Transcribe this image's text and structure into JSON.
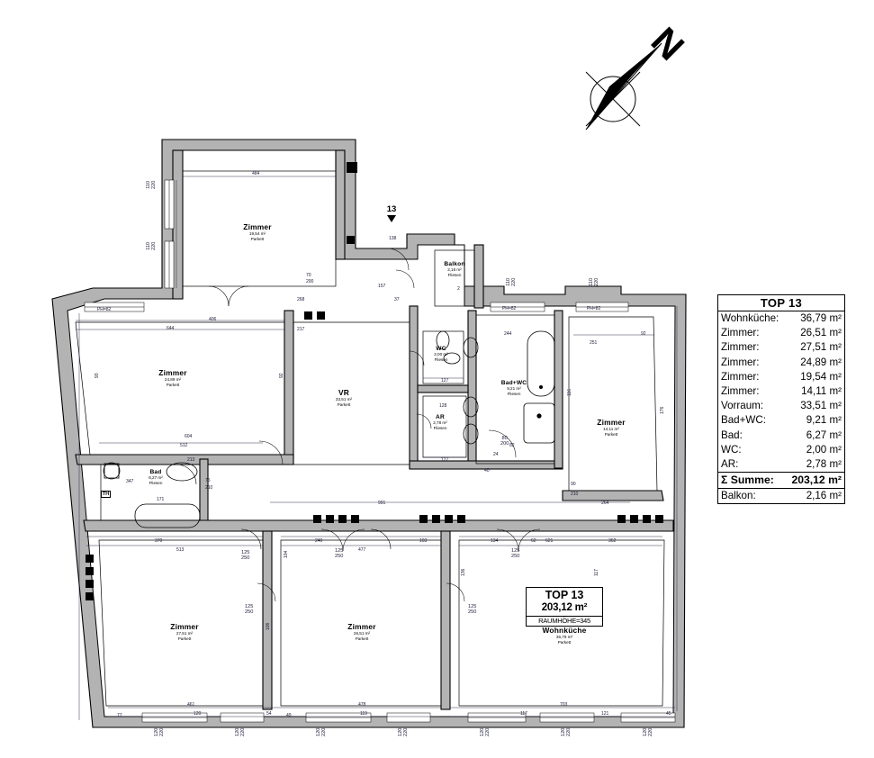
{
  "document": {
    "type": "architectural-floor-plan",
    "unit_id": "13",
    "compass": {
      "label": "N",
      "direction": "north-arrow"
    }
  },
  "legend": {
    "title": "TOP 13",
    "rows": [
      {
        "label": "Wohnküche:",
        "value": "36,79 m²"
      },
      {
        "label": "Zimmer:",
        "value": "26,51 m²"
      },
      {
        "label": "Zimmer:",
        "value": "27,51 m²"
      },
      {
        "label": "Zimmer:",
        "value": "24,89 m²"
      },
      {
        "label": "Zimmer:",
        "value": "19,54 m²"
      },
      {
        "label": "Zimmer:",
        "value": "14,11 m²"
      },
      {
        "label": "Vorraum:",
        "value": "33,51 m²"
      },
      {
        "label": "Bad+WC:",
        "value": "9,21 m²"
      },
      {
        "label": "Bad:",
        "value": "6,27 m²"
      },
      {
        "label": "WC:",
        "value": "2,00 m²"
      },
      {
        "label": "AR:",
        "value": "2,78 m²"
      }
    ],
    "sum": {
      "label": "Σ Summe:",
      "value": "203,12 m²"
    },
    "balkon": {
      "label": "Balkon:",
      "value": "2,16 m²"
    }
  },
  "stamp": {
    "title": "TOP 13",
    "area": "203,12 m²",
    "height": "RAUMHÖHE=345"
  },
  "rooms": [
    {
      "name": "Zimmer",
      "area": "19,54 m²",
      "floor": "Parkett"
    },
    {
      "name": "Zimmer",
      "area": "24,89 m²",
      "floor": "Parkett"
    },
    {
      "name": "VR",
      "area": "33,51 m²",
      "floor": "Parkett"
    },
    {
      "name": "Balkon",
      "area": "2,16 m²",
      "floor": "Fliesen"
    },
    {
      "name": "WC",
      "area": "2,00 m²",
      "floor": "Fliesen"
    },
    {
      "name": "AR",
      "area": "2,78 m²",
      "floor": "Fliesen"
    },
    {
      "name": "Bad+WC",
      "area": "9,21 m²",
      "floor": "Fliesen"
    },
    {
      "name": "Zimmer",
      "area": "14,11 m²",
      "floor": "Parkett"
    },
    {
      "name": "Bad",
      "area": "6,27 m²",
      "floor": "Fliesen"
    },
    {
      "name": "Zimmer",
      "area": "27,51 m²",
      "floor": "Parkett"
    },
    {
      "name": "Zimmer",
      "area": "26,51 m²",
      "floor": "Parkett"
    },
    {
      "name": "Wohnküche",
      "area": "36,79 m²",
      "floor": "Parkett"
    }
  ],
  "marker": {
    "number": "13"
  },
  "annotations": {
    "th": "TH"
  },
  "dimensions": {
    "top": [
      "484",
      "268",
      "217",
      "157",
      "244",
      "251",
      "92"
    ],
    "left": [
      "644",
      "406",
      "512",
      "604",
      "347",
      "370",
      "513",
      "77",
      "120",
      "461"
    ],
    "center": [
      "991",
      "127",
      "128",
      "138",
      "127",
      "240",
      "477",
      "103",
      "134",
      "24"
    ],
    "bottom": [
      "49",
      "119",
      "478",
      "54",
      "117",
      "703",
      "121",
      "45",
      "62",
      "621",
      "362"
    ],
    "right": [
      "264",
      "90",
      "210",
      "116",
      "176"
    ],
    "parapets": [
      "PH=82",
      "PH=82",
      "PH=82"
    ],
    "windows": [
      "110\n220",
      "110\n220",
      "120\n220",
      "120\n220",
      "120\n220",
      "120\n220",
      "120\n220",
      "120\n220",
      "110\n220",
      "110\n220"
    ],
    "doors": [
      "70\n200",
      "125\n250",
      "125\n250",
      "125\n250",
      "80\n200",
      "75\n210"
    ]
  }
}
